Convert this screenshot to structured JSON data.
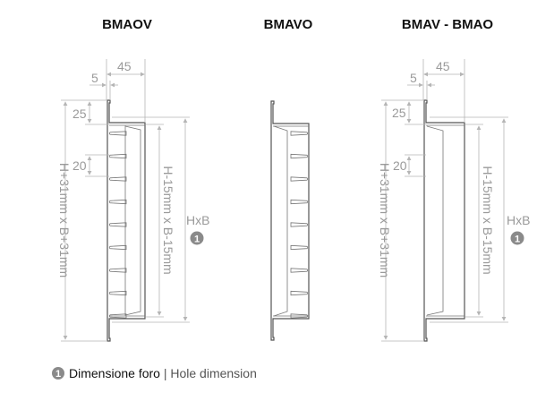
{
  "titles": [
    "BMAOV",
    "BMAVO",
    "BMAV - BMAO"
  ],
  "dimensions": {
    "flange_thickness": "5",
    "depth": "45",
    "flange_height": "25",
    "slot_pitch": "20",
    "outer_size": "H+31mm x B+31mm",
    "inner_size": "H-15mm x B-15mm",
    "hole_size": "HxB",
    "hole_marker": "1"
  },
  "legend": {
    "marker": "1",
    "label_it": "Dimensione foro",
    "separator": "|",
    "label_en": "Hole dimension"
  },
  "colors": {
    "dimension": "#9a9a9a",
    "marker": "#8a8a8a",
    "outline": "#555555"
  }
}
